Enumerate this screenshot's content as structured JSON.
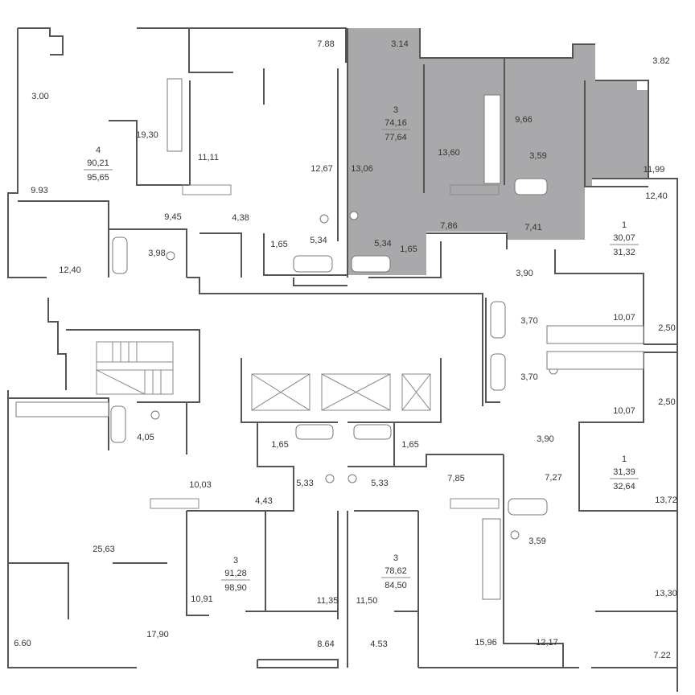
{
  "colors": {
    "highlight": "#a9a9ab",
    "wall": "#555555",
    "text": "#333333"
  },
  "apartments": [
    {
      "id": "apt-4-rooms-nw",
      "rooms": "4",
      "living_area": "90,21",
      "total_area": "95,65"
    },
    {
      "id": "apt-3-rooms-highlighted",
      "rooms": "3",
      "living_area": "74,16",
      "total_area": "77,64",
      "highlighted": true
    },
    {
      "id": "apt-1-room-east-upper",
      "rooms": "1",
      "living_area": "30,07",
      "total_area": "31,32"
    },
    {
      "id": "apt-1-room-east-lower",
      "rooms": "1",
      "living_area": "31,39",
      "total_area": "32,64"
    },
    {
      "id": "apt-3-rooms-south-west",
      "rooms": "3",
      "living_area": "91,28",
      "total_area": "98,90"
    },
    {
      "id": "apt-3-rooms-south-center",
      "rooms": "3",
      "living_area": "78,62",
      "total_area": "84,50"
    }
  ],
  "room_areas": [
    "3.00",
    "19,30",
    "9.93",
    "11,11",
    "7.88",
    "12,67",
    "4,38",
    "9,45",
    "12,40",
    "3,98",
    "1,65",
    "5,34",
    "3.14",
    "13,06",
    "13,60",
    "5,34",
    "1,65",
    "7,86",
    "3.82",
    "9,66",
    "3,59",
    "11,99",
    "7,41",
    "12,40",
    "3,90",
    "3,70",
    "10,07",
    "2,50",
    "3,70",
    "10,07",
    "2,50",
    "3,90",
    "4,05",
    "10,03",
    "25,63",
    "1,65",
    "5,33",
    "4,43",
    "5,33",
    "1,65",
    "7,85",
    "7,27",
    "13,72",
    "3,59",
    "10,91",
    "11,35",
    "11,50",
    "13,30",
    "6.60",
    "17,90",
    "8.64",
    "4.53",
    "15,96",
    "12,17",
    "7.22"
  ]
}
